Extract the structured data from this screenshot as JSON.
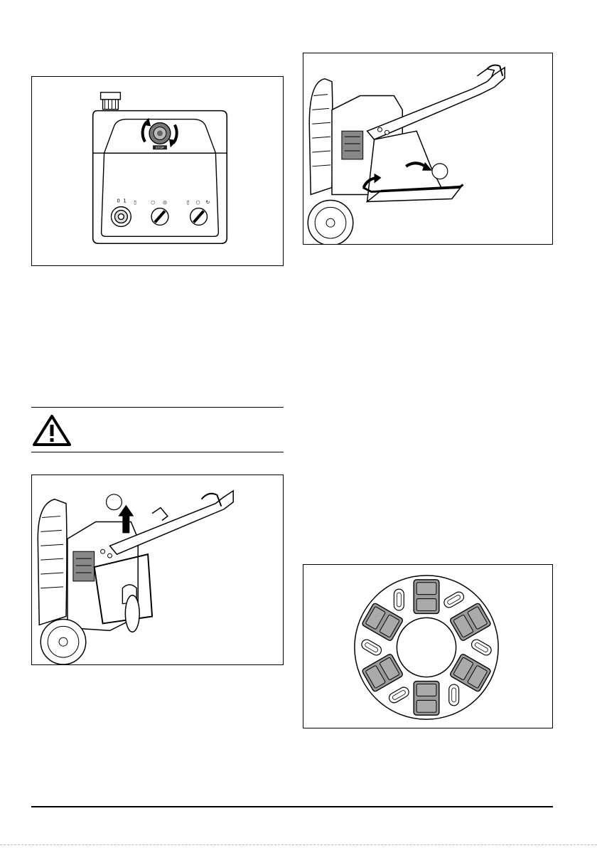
{
  "figures": {
    "control_panel": {
      "icon": "control-panel-illustration",
      "stop_text": "STOP"
    },
    "handle_fold": {
      "icon": "handle-fold-illustration",
      "callout": ""
    },
    "handle_lift": {
      "icon": "handle-lift-illustration",
      "callout": ""
    },
    "tool_plate": {
      "icon": "tool-plate-illustration"
    }
  },
  "warning": {
    "icon": "warning-triangle-icon",
    "text": ""
  },
  "footer": {
    "page_number": "",
    "section_title": ""
  }
}
